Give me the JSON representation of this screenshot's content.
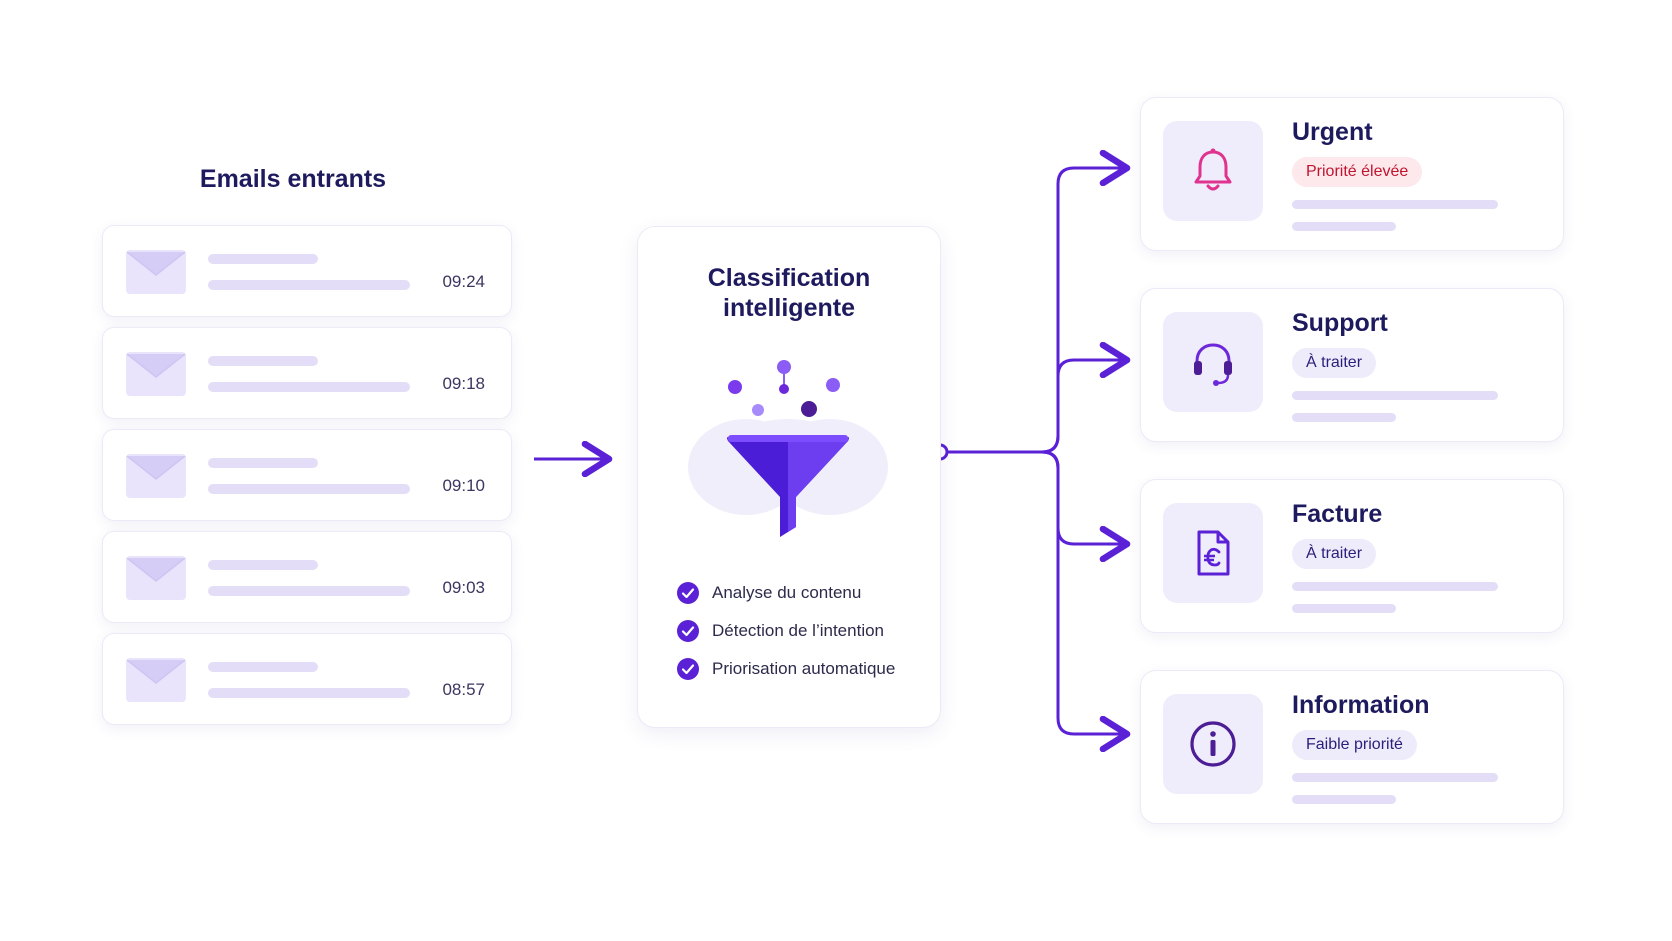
{
  "incoming": {
    "title": "Emails entrants",
    "emails": [
      {
        "time": "09:24"
      },
      {
        "time": "09:18"
      },
      {
        "time": "09:10"
      },
      {
        "time": "09:03"
      },
      {
        "time": "08:57"
      }
    ]
  },
  "classifier": {
    "title_line1": "Classification",
    "title_line2": "intelligente",
    "steps": [
      "Analyse du contenu",
      "Détection de l’intention",
      "Priorisation automatique"
    ]
  },
  "categories": [
    {
      "name": "Urgent",
      "badge": "Priorité élevée",
      "icon": "bell-icon",
      "badge_color": "#c0152f"
    },
    {
      "name": "Support",
      "badge": "À traiter",
      "icon": "headset-icon",
      "badge_color": "#2a1f7a"
    },
    {
      "name": "Facture",
      "badge": "À traiter",
      "icon": "invoice-euro-icon",
      "badge_color": "#2a1f7a"
    },
    {
      "name": "Information",
      "badge": "Faible priorité",
      "icon": "info-icon",
      "badge_color": "#2a1f7a"
    }
  ],
  "colors": {
    "accent": "#5b21d6",
    "urgent": "#e0338f",
    "soft": "#e3ddf7"
  }
}
